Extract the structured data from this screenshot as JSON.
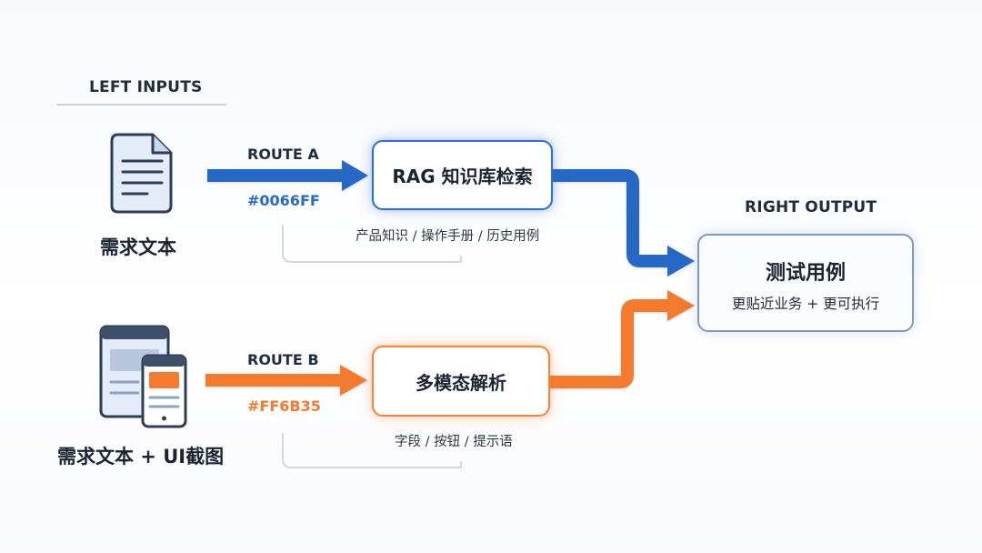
{
  "left_inputs_title": "LEFT INPUTS",
  "right_output_title": "RIGHT OUTPUT",
  "inputs": [
    {
      "label": "需求文本",
      "icon": "document-icon"
    },
    {
      "label": "需求文本 + UI截图",
      "icon": "screens-icon"
    }
  ],
  "routes": [
    {
      "label": "ROUTE A",
      "color_label": "#0066FF",
      "color": "#2869c4",
      "node_title": "RAG 知识库检索",
      "node_sub": "产品知识 / 操作手册 / 历史用例"
    },
    {
      "label": "ROUTE B",
      "color_label": "#FF6B35",
      "color": "#f47a2f",
      "node_title": "多模态解析",
      "node_sub": "字段 / 按钮 / 提示语"
    }
  ],
  "output": {
    "title": "测试用例",
    "subtitle": "更贴近业务 + 更可执行"
  }
}
